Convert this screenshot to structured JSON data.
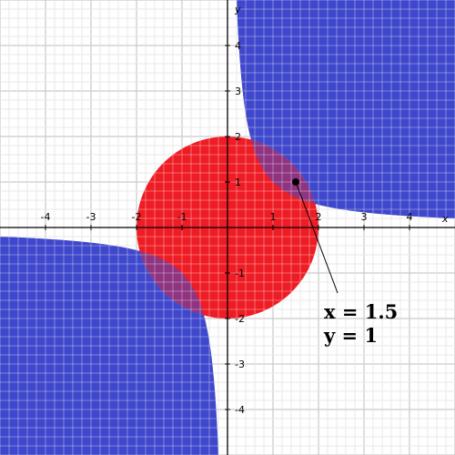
{
  "chart_data": {
    "type": "scatter",
    "xlabel": "x",
    "ylabel": "y",
    "xlim": [
      -5,
      5
    ],
    "ylim": [
      -5,
      5
    ],
    "grid": true,
    "minor_grid_step": 0.2,
    "x_ticks": [
      "-4",
      "-3",
      "-2",
      "-1",
      "1",
      "2",
      "3",
      "4"
    ],
    "y_ticks": [
      "4",
      "3",
      "2",
      "1",
      "-1",
      "-2",
      "-3",
      "-4"
    ],
    "regions": [
      {
        "shape": "circle",
        "inequality": "x^2 + y^2 <= 4",
        "center": [
          0,
          0
        ],
        "radius": 2,
        "color": "#ee1c24"
      },
      {
        "shape": "hyperbola",
        "inequality": "x*y >= 1",
        "color": "#3f48cc"
      }
    ],
    "overlap_color": "#a85da6",
    "points": [
      {
        "x": 1.5,
        "y": 1
      }
    ],
    "annotation": {
      "line1": "x = 1.5",
      "line2": "y = 1"
    }
  }
}
